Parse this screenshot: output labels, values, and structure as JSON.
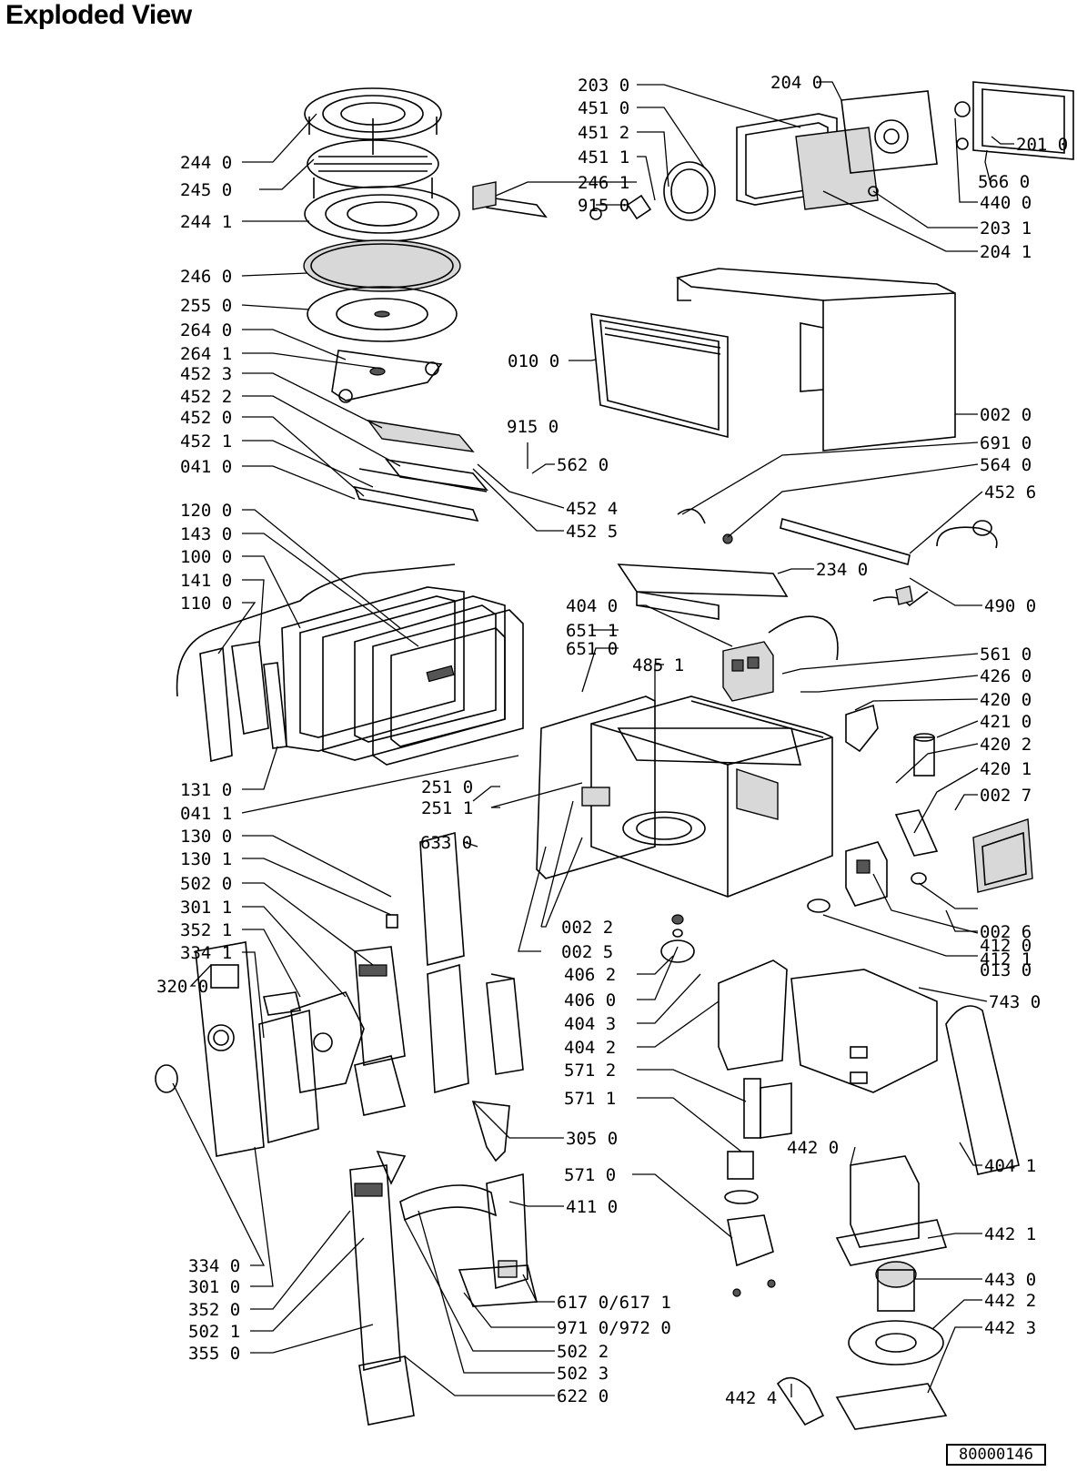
{
  "title": "Exploded View",
  "reference": "80000146",
  "labels": [
    {
      "id": "244-0",
      "text": "244 0"
    },
    {
      "id": "245-0",
      "text": "245 0"
    },
    {
      "id": "244-1",
      "text": "244 1"
    },
    {
      "id": "246-0",
      "text": "246 0"
    },
    {
      "id": "255-0",
      "text": "255 0"
    },
    {
      "id": "264-0",
      "text": "264 0"
    },
    {
      "id": "264-1",
      "text": "264 1"
    },
    {
      "id": "452-3",
      "text": "452 3"
    },
    {
      "id": "452-2",
      "text": "452 2"
    },
    {
      "id": "452-0",
      "text": "452 0"
    },
    {
      "id": "452-1",
      "text": "452 1"
    },
    {
      "id": "041-0",
      "text": "041 0"
    },
    {
      "id": "120-0",
      "text": "120 0"
    },
    {
      "id": "143-0",
      "text": "143 0"
    },
    {
      "id": "100-0",
      "text": "100 0"
    },
    {
      "id": "141-0",
      "text": "141 0"
    },
    {
      "id": "110-0",
      "text": "110 0"
    },
    {
      "id": "131-0",
      "text": "131 0"
    },
    {
      "id": "041-1",
      "text": "041 1"
    },
    {
      "id": "130-0",
      "text": "130 0"
    },
    {
      "id": "130-1",
      "text": "130 1"
    },
    {
      "id": "502-0",
      "text": "502 0"
    },
    {
      "id": "301-1",
      "text": "301 1"
    },
    {
      "id": "352-1",
      "text": "352 1"
    },
    {
      "id": "334-1",
      "text": "334 1"
    },
    {
      "id": "320-0",
      "text": "320 0"
    },
    {
      "id": "334-0",
      "text": "334 0"
    },
    {
      "id": "301-0",
      "text": "301 0"
    },
    {
      "id": "352-0",
      "text": "352 0"
    },
    {
      "id": "502-1",
      "text": "502 1"
    },
    {
      "id": "355-0",
      "text": "355 0"
    },
    {
      "id": "203-0",
      "text": "203 0"
    },
    {
      "id": "451-0",
      "text": "451 0"
    },
    {
      "id": "451-2",
      "text": "451 2"
    },
    {
      "id": "451-1",
      "text": "451 1"
    },
    {
      "id": "246-1",
      "text": "246 1"
    },
    {
      "id": "915-0a",
      "text": "915 0"
    },
    {
      "id": "204-0",
      "text": "204 0"
    },
    {
      "id": "201-0",
      "text": "201 0"
    },
    {
      "id": "566-0",
      "text": "566 0"
    },
    {
      "id": "440-0",
      "text": "440 0"
    },
    {
      "id": "203-1",
      "text": "203 1"
    },
    {
      "id": "204-1",
      "text": "204 1"
    },
    {
      "id": "010-0",
      "text": "010 0"
    },
    {
      "id": "002-0",
      "text": "002 0"
    },
    {
      "id": "915-0b",
      "text": "915 0"
    },
    {
      "id": "562-0",
      "text": "562 0"
    },
    {
      "id": "691-0",
      "text": "691 0"
    },
    {
      "id": "564-0",
      "text": "564 0"
    },
    {
      "id": "452-6",
      "text": "452 6"
    },
    {
      "id": "452-4",
      "text": "452 4"
    },
    {
      "id": "452-5",
      "text": "452 5"
    },
    {
      "id": "234-0",
      "text": "234 0"
    },
    {
      "id": "404-0",
      "text": "404 0"
    },
    {
      "id": "490-0",
      "text": "490 0"
    },
    {
      "id": "651-1",
      "text": "651 1"
    },
    {
      "id": "651-0",
      "text": "651 0"
    },
    {
      "id": "485-1",
      "text": "485 1"
    },
    {
      "id": "561-0",
      "text": "561 0"
    },
    {
      "id": "426-0",
      "text": "426 0"
    },
    {
      "id": "420-0",
      "text": "420 0"
    },
    {
      "id": "421-0",
      "text": "421 0"
    },
    {
      "id": "420-2",
      "text": "420 2"
    },
    {
      "id": "420-1",
      "text": "420 1"
    },
    {
      "id": "002-7",
      "text": "002 7"
    },
    {
      "id": "251-0",
      "text": "251 0"
    },
    {
      "id": "251-1",
      "text": "251 1"
    },
    {
      "id": "633-0",
      "text": "633 0"
    },
    {
      "id": "002-6",
      "text": "002 6"
    },
    {
      "id": "412-1",
      "text": "412 1"
    },
    {
      "id": "412-0",
      "text": "412 0"
    },
    {
      "id": "013-0",
      "text": "013 0"
    },
    {
      "id": "743-0",
      "text": "743 0"
    },
    {
      "id": "002-2",
      "text": "002 2"
    },
    {
      "id": "002-5",
      "text": "002 5"
    },
    {
      "id": "406-2",
      "text": "406 2"
    },
    {
      "id": "406-0",
      "text": "406 0"
    },
    {
      "id": "404-3",
      "text": "404 3"
    },
    {
      "id": "404-2",
      "text": "404 2"
    },
    {
      "id": "571-2",
      "text": "571 2"
    },
    {
      "id": "571-1",
      "text": "571 1"
    },
    {
      "id": "305-0",
      "text": "305 0"
    },
    {
      "id": "404-1",
      "text": "404 1"
    },
    {
      "id": "442-0",
      "text": "442 0"
    },
    {
      "id": "571-0",
      "text": "571 0"
    },
    {
      "id": "411-0",
      "text": "411 0"
    },
    {
      "id": "442-1",
      "text": "442 1"
    },
    {
      "id": "443-0",
      "text": "443 0"
    },
    {
      "id": "442-2",
      "text": "442 2"
    },
    {
      "id": "442-3",
      "text": "442 3"
    },
    {
      "id": "617-0",
      "text": "617 0/617 1"
    },
    {
      "id": "971-0",
      "text": "971 0/972 0"
    },
    {
      "id": "502-2",
      "text": "502 2"
    },
    {
      "id": "502-3",
      "text": "502 3"
    },
    {
      "id": "622-0",
      "text": "622 0"
    },
    {
      "id": "442-4",
      "text": "442 4"
    }
  ]
}
